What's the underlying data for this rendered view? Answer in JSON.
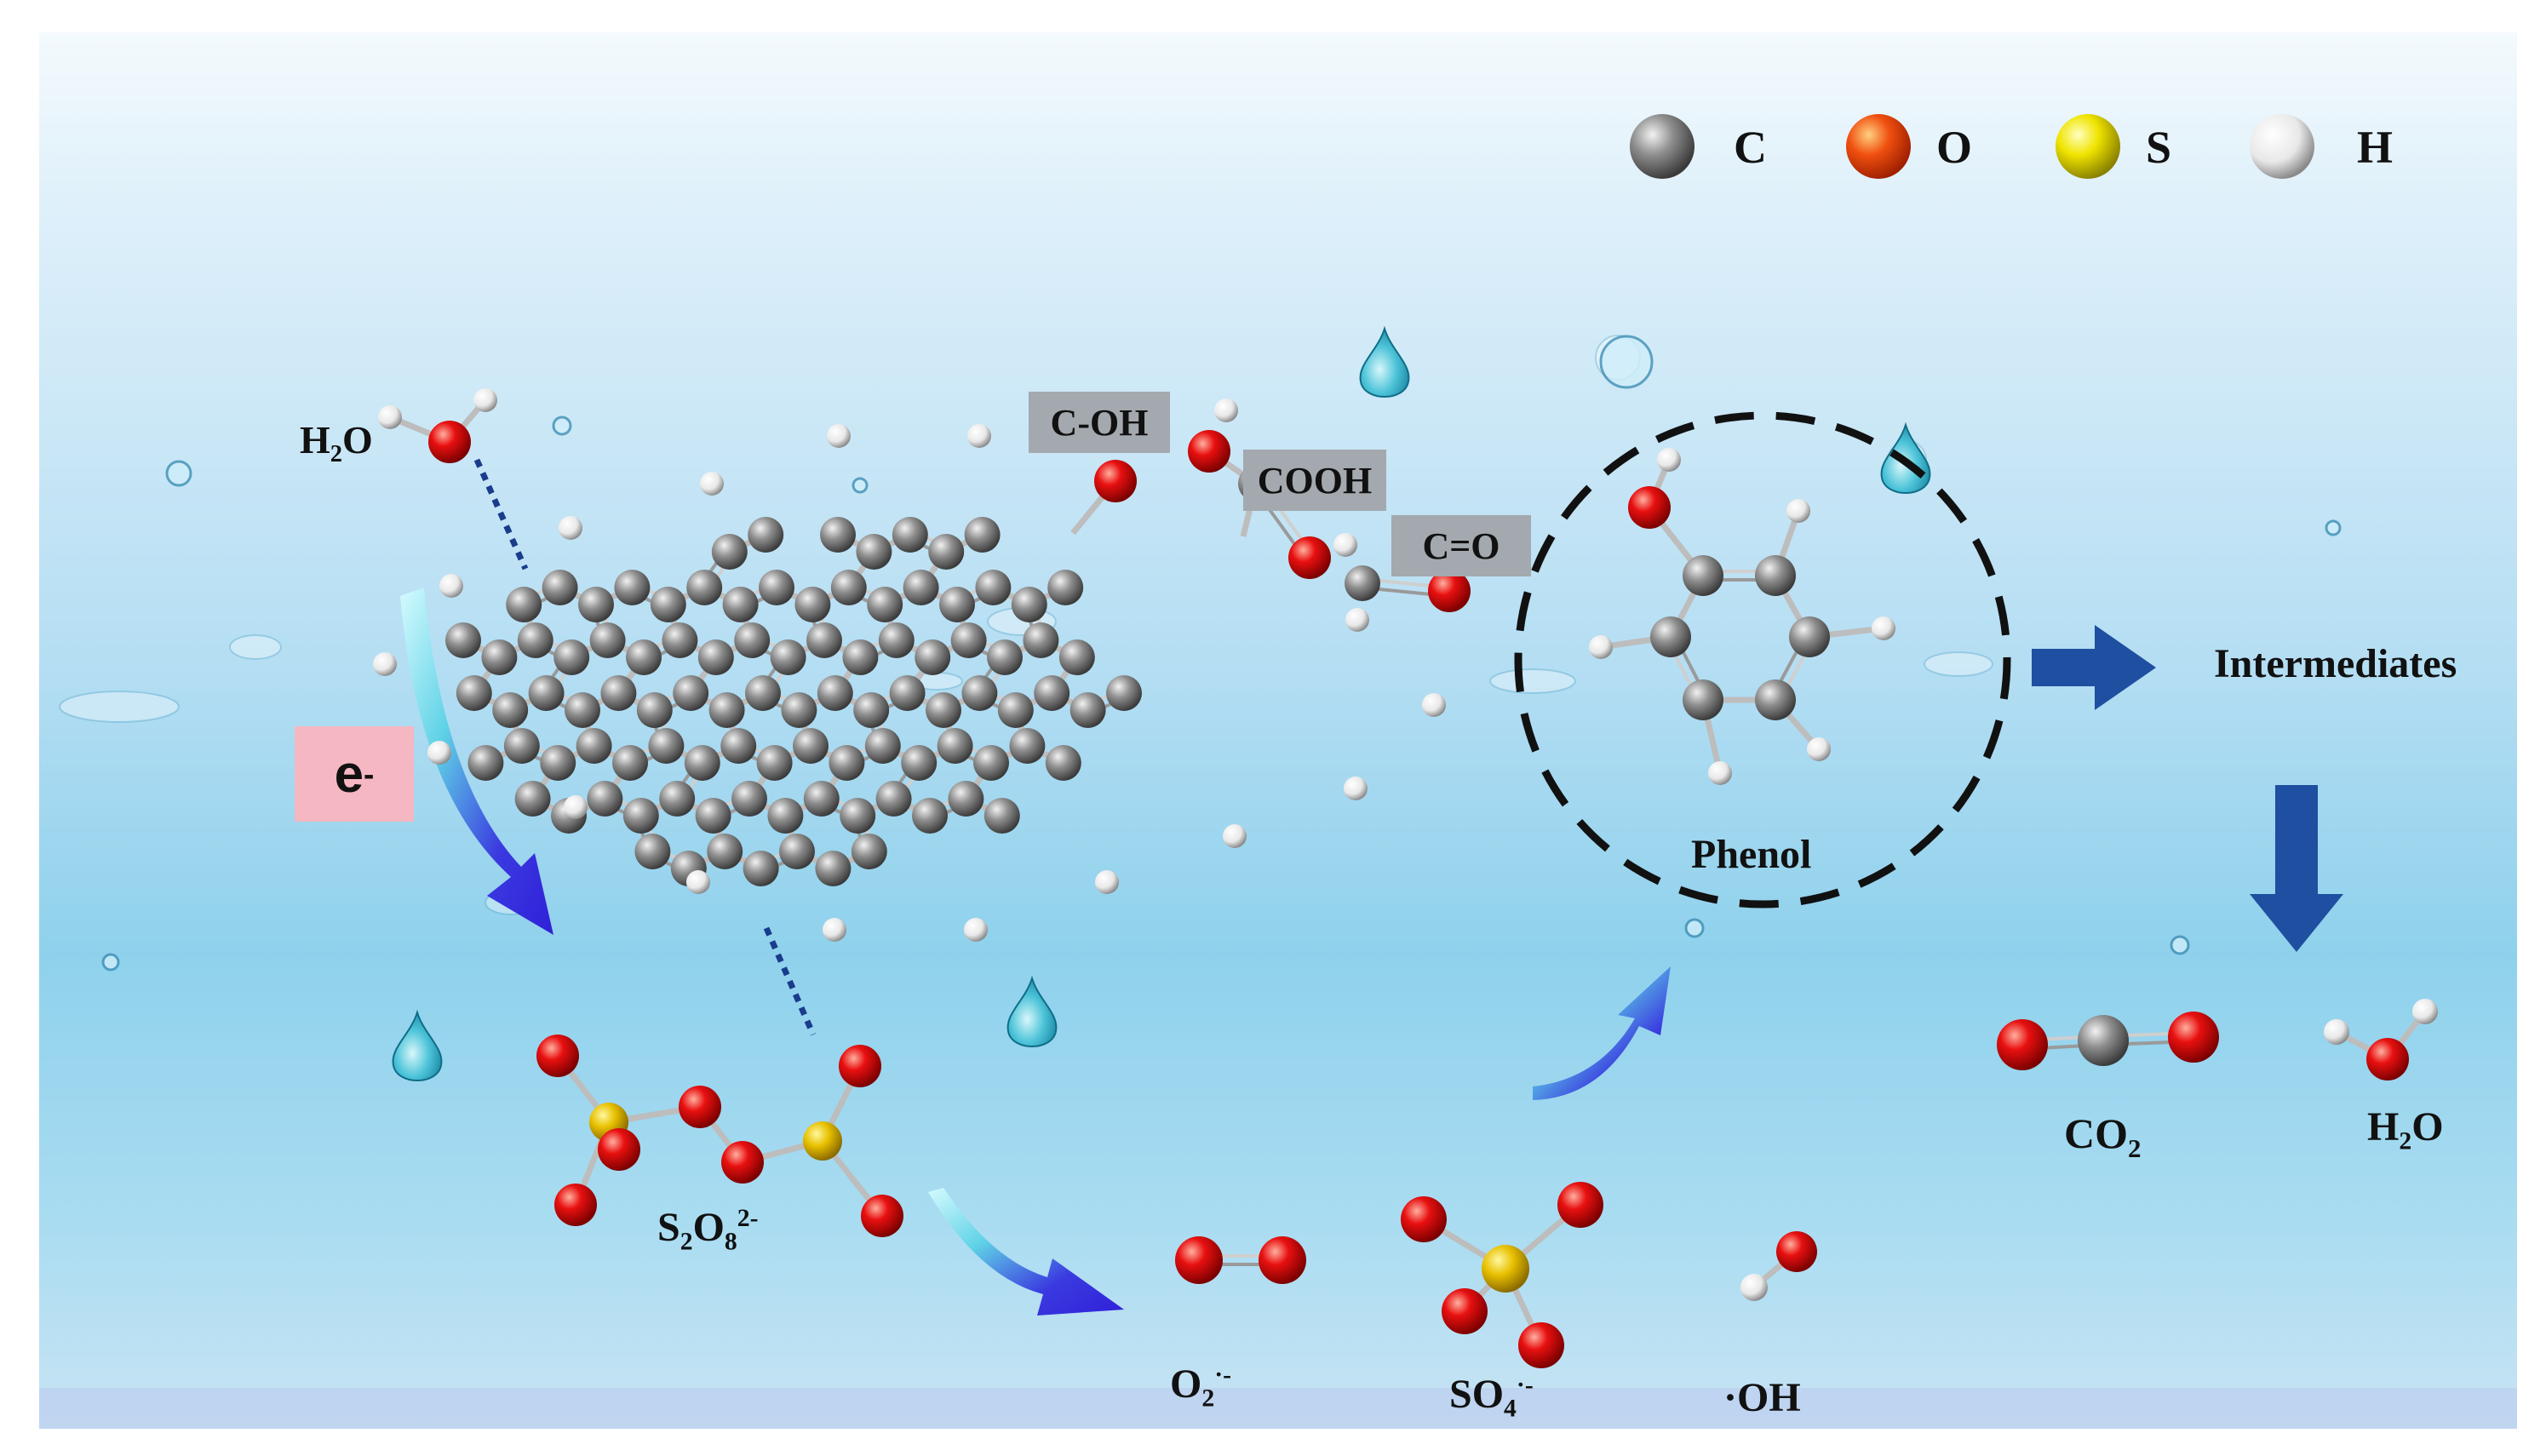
{
  "legend": [
    {
      "symbol": "C",
      "color": "#8a8a8a"
    },
    {
      "symbol": "O",
      "color": "#e8320a"
    },
    {
      "symbol": "S",
      "color": "#e2d514"
    },
    {
      "symbol": "H",
      "color": "#f2f2f2"
    }
  ],
  "labels": {
    "h2o_left": "H",
    "h2o_left_sub": "2",
    "h2o_left_end": "O",
    "electron": "e",
    "electron_sup": "-",
    "c_oh": "C-OH",
    "cooh": "COOH",
    "c_o": "C=O",
    "phenol": "Phenol",
    "intermediates": "Intermediates",
    "co2": "CO",
    "co2_sub": "2",
    "h2o_right": "H",
    "h2o_right_sub": "2",
    "h2o_right_end": "O",
    "persulfate": "S",
    "persulfate_sub1": "2",
    "persulfate_mid": "O",
    "persulfate_sub2": "8",
    "persulfate_sup": "2-",
    "superoxide": "O",
    "superoxide_sub": "2",
    "superoxide_sup": "·-",
    "sulfate_radical": "SO",
    "sulfate_radical_sub": "4",
    "sulfate_radical_sup": "·-",
    "hydroxyl": "·OH"
  },
  "colors": {
    "carbon": "#7e7e7e",
    "oxygen": "#e01010",
    "sulfur": "#e6b800",
    "hydrogen": "#f4f4f4",
    "flow_arrow": "#1f4fa0",
    "curved_arrow": "#3b2fe0",
    "bg_top": "#e9f6fd",
    "bg_mid": "#88cdea"
  }
}
